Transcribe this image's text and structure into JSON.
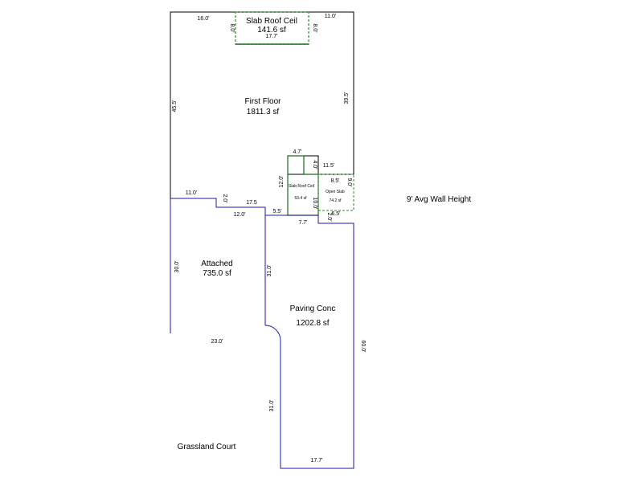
{
  "areas": {
    "slab_roof_top": {
      "name": "Slab Roof Ceil",
      "area": "141.6 sf"
    },
    "first_floor": {
      "name": "First Floor",
      "area": "1811.3 sf"
    },
    "slab_roof_small": {
      "name": "Slab Roof Ceil",
      "area": "53.4 sf"
    },
    "open_slab": {
      "name": "Open Slab",
      "area": "74.2 sf"
    },
    "attached": {
      "name": "Attached",
      "area": "735.0 sf"
    },
    "paving": {
      "name": "Paving Conc",
      "area": "1202.8 sf"
    }
  },
  "dimensions": {
    "top_left": "16.0'",
    "top_right": "11.0'",
    "slab_left": "8.0'",
    "slab_right": "8.0'",
    "slab_bottom": "17.7'",
    "left_wall": "45.5'",
    "right_wall": "39.5'",
    "notch_top": "4.7'",
    "notch_small": "4.0'",
    "notch_right": "11.5'",
    "small_slab_height": "12.0'",
    "open_slab_width": "8.5'",
    "open_slab_height": "9.0'",
    "small_slab_inner": "10.0'",
    "step_left": "11.0'",
    "step_height": "2.0'",
    "step_mid": "17.5",
    "step_bottom": "12.0'",
    "small_bottom": "5.5'",
    "small_right": "2.0'",
    "open_bottom": "6.5'",
    "paving_top": "7.7'",
    "attached_left": "30.0'",
    "attached_right": "31.0'",
    "attached_bottom": "23.0'",
    "paving_left": "31.0'",
    "paving_right": "60.0'",
    "paving_bottom": "17.7'"
  },
  "notes": {
    "wall_height": "9' Avg Wall Height",
    "street": "Grassland Court"
  },
  "colors": {
    "floor_line": "#000000",
    "blue_line": "#1a1aa6",
    "green_line": "#1c6b1c",
    "green_dashed": "#2e8b2e"
  }
}
